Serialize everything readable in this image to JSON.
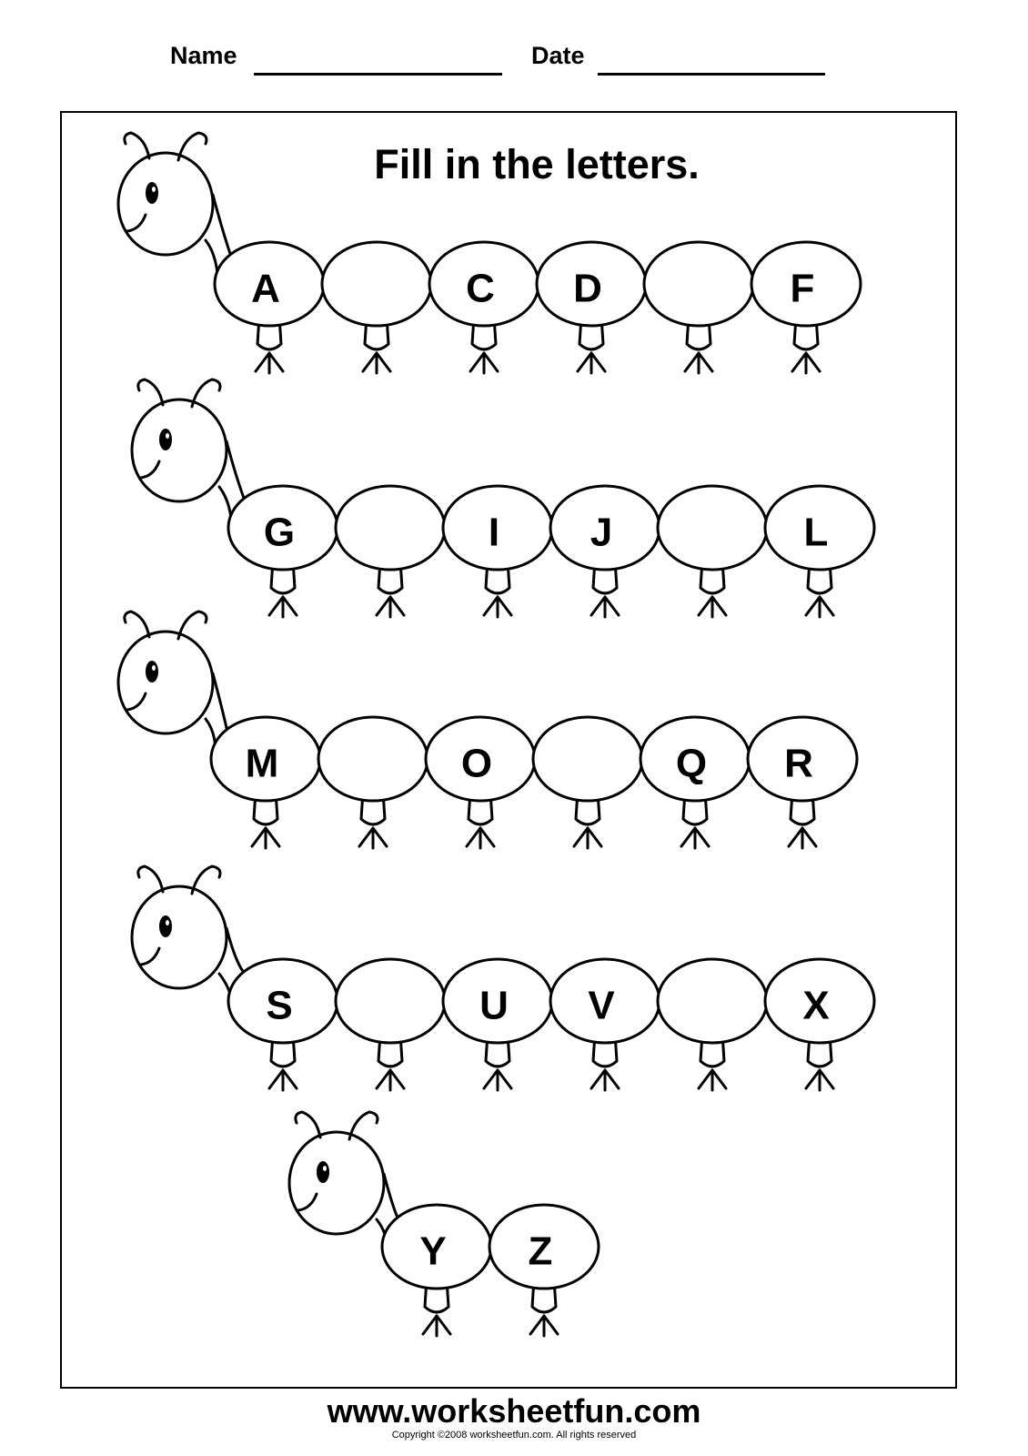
{
  "header": {
    "name_label": "Name",
    "date_label": "Date"
  },
  "worksheet": {
    "title": "Fill in the letters.",
    "caterpillars": [
      {
        "segments": [
          "A",
          "",
          "C",
          "D",
          "",
          "F"
        ]
      },
      {
        "segments": [
          "G",
          "",
          "I",
          "J",
          "",
          "L"
        ]
      },
      {
        "segments": [
          "M",
          "",
          "O",
          "",
          "Q",
          "R"
        ]
      },
      {
        "segments": [
          "S",
          "",
          "U",
          "V",
          "",
          "X"
        ]
      },
      {
        "segments": [
          "Y",
          "Z"
        ]
      }
    ]
  },
  "footer": {
    "website": "www.worksheetfun.com",
    "copyright": "Copyright ©2008 worksheetfun.com. All rights reserved"
  }
}
